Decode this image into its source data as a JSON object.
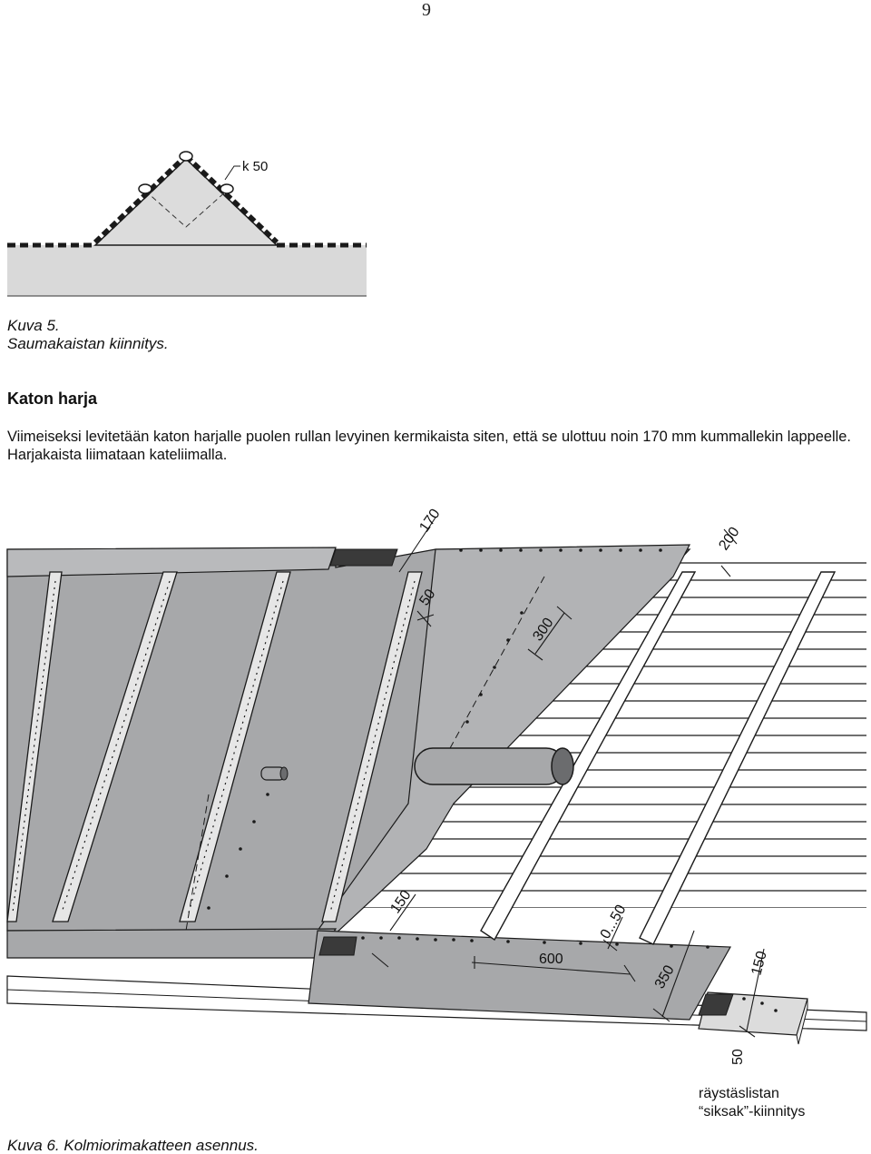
{
  "page_number": "9",
  "figure5": {
    "label_k50": "k 50",
    "caption_number": "Kuva 5.",
    "caption_text": "Saumakaistan kiinnitys."
  },
  "section": {
    "heading": "Katon harja",
    "paragraph": "Viimeiseksi levitetään katon harjalle puolen rullan levyinen kermikaista siten, että se ulottuu noin 170 mm kummallekin lappeelle. Harjakaista liimataan kateliimalla."
  },
  "figure6": {
    "dimensions": {
      "d170": "170",
      "d200": "200",
      "d50_top": "50",
      "d300": "300",
      "d150_left": "150",
      "d0_50": "0...50",
      "d600": "600",
      "d350": "350",
      "d150_right": "150",
      "d50_bottom": "50"
    },
    "label_line1": "räystäslistan",
    "label_line2": "“siksak”-kiinnitys",
    "caption": "Kuva 6. Kolmiorimakatteen asennus."
  },
  "colors": {
    "felt": "#a7a8aa",
    "felt_dark": "#6b6c6e",
    "dark_patch": "#3a3a3a",
    "light_gray": "#d9d9d9",
    "line": "#1a1a1a"
  }
}
